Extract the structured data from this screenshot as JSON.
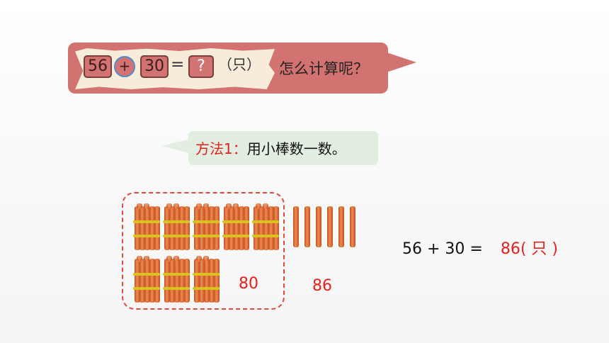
{
  "question": {
    "a": "56",
    "op": "+",
    "b": "30",
    "equals": "=",
    "unknown": "?",
    "unit": "（只）",
    "prompt": "怎么计算呢？"
  },
  "method": {
    "label": "方法1：",
    "text": "用小棒数一数。"
  },
  "counts": {
    "tens_total": "80",
    "all_total": "86"
  },
  "answer": {
    "expr": "56 + 30 =",
    "result": "86",
    "unit": "( 只 )"
  },
  "colors": {
    "accent_red": "#e8201c",
    "bubble_rose": "#d27372",
    "bubble_green": "#e3eee3"
  }
}
